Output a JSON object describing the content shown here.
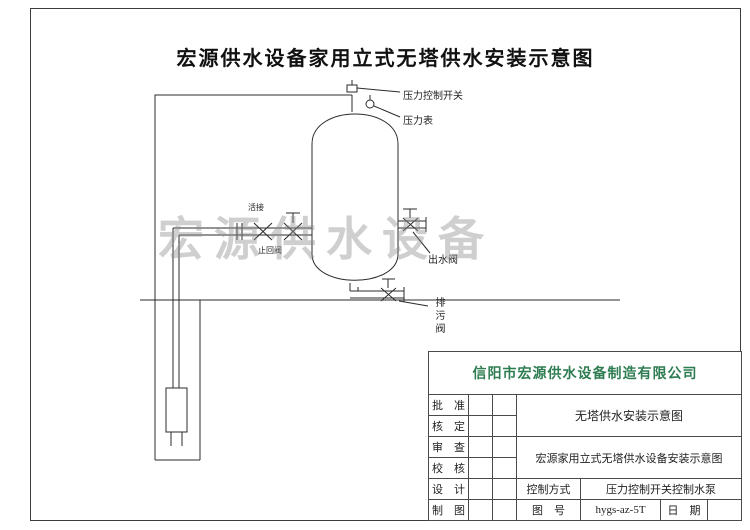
{
  "page": {
    "title": "宏源供水设备家用立式无塔供水安装示意图",
    "watermark": "宏源供水设备"
  },
  "colors": {
    "company_green": "#2e7d52",
    "watermark_gray": "#b9b9b9",
    "line_color": "#2b2b2b"
  },
  "diagram": {
    "labels": {
      "pressure_switch": "压力控制开关",
      "pressure_gauge": "压力表",
      "union": "活接",
      "check_valve": "止回阀",
      "outlet_valve": "出水阀",
      "drain_valve": "排污阀"
    }
  },
  "title_block": {
    "company": "信阳市宏源供水设备制造有限公司",
    "sign_rows": [
      {
        "label": "批　准"
      },
      {
        "label": "核　定"
      },
      {
        "label": "审　查"
      },
      {
        "label": "校　核"
      },
      {
        "label": "设　计"
      },
      {
        "label": "制　图"
      }
    ],
    "doc_title_small": "无塔供水安装示意图",
    "doc_title_full": "宏源家用立式无塔供水设备安装示意图",
    "control_method_label": "控制方式",
    "control_method_value": "压力控制开关控制水泵",
    "drawing_no_label": "图　号",
    "drawing_no_value": "hygs-az-5T",
    "date_label": "日　期"
  }
}
